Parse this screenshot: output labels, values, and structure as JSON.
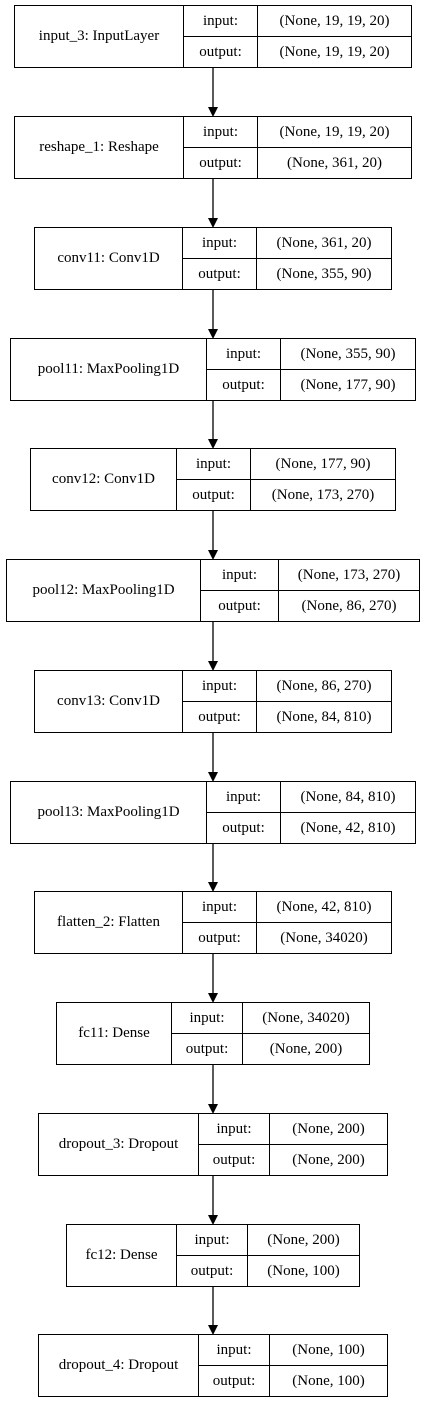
{
  "diagram": {
    "line_color": "#000000",
    "background": "#ffffff",
    "nodes": [
      {
        "name": "input_3: InputLayer",
        "input_label": "input:",
        "input": "(None, 19, 19, 20)",
        "output_label": "output:",
        "output": "(None, 19, 19, 20)"
      },
      {
        "name": "reshape_1: Reshape",
        "input_label": "input:",
        "input": "(None, 19, 19, 20)",
        "output_label": "output:",
        "output": "(None, 361, 20)"
      },
      {
        "name": "conv11: Conv1D",
        "input_label": "input:",
        "input": "(None, 361, 20)",
        "output_label": "output:",
        "output": "(None, 355, 90)"
      },
      {
        "name": "pool11: MaxPooling1D",
        "input_label": "input:",
        "input": "(None, 355, 90)",
        "output_label": "output:",
        "output": "(None, 177, 90)"
      },
      {
        "name": "conv12: Conv1D",
        "input_label": "input:",
        "input": "(None, 177, 90)",
        "output_label": "output:",
        "output": "(None, 173, 270)"
      },
      {
        "name": "pool12: MaxPooling1D",
        "input_label": "input:",
        "input": "(None, 173, 270)",
        "output_label": "output:",
        "output": "(None, 86, 270)"
      },
      {
        "name": "conv13: Conv1D",
        "input_label": "input:",
        "input": "(None, 86, 270)",
        "output_label": "output:",
        "output": "(None, 84, 810)"
      },
      {
        "name": "pool13: MaxPooling1D",
        "input_label": "input:",
        "input": "(None, 84, 810)",
        "output_label": "output:",
        "output": "(None, 42, 810)"
      },
      {
        "name": "flatten_2: Flatten",
        "input_label": "input:",
        "input": "(None, 42, 810)",
        "output_label": "output:",
        "output": "(None, 34020)"
      },
      {
        "name": "fc11: Dense",
        "input_label": "input:",
        "input": "(None, 34020)",
        "output_label": "output:",
        "output": "(None, 200)"
      },
      {
        "name": "dropout_3: Dropout",
        "input_label": "input:",
        "input": "(None, 200)",
        "output_label": "output:",
        "output": "(None, 200)"
      },
      {
        "name": "fc12: Dense",
        "input_label": "input:",
        "input": "(None, 200)",
        "output_label": "output:",
        "output": "(None, 100)"
      },
      {
        "name": "dropout_4: Dropout",
        "input_label": "input:",
        "input": "(None, 100)",
        "output_label": "output:",
        "output": "(None, 100)"
      }
    ]
  }
}
